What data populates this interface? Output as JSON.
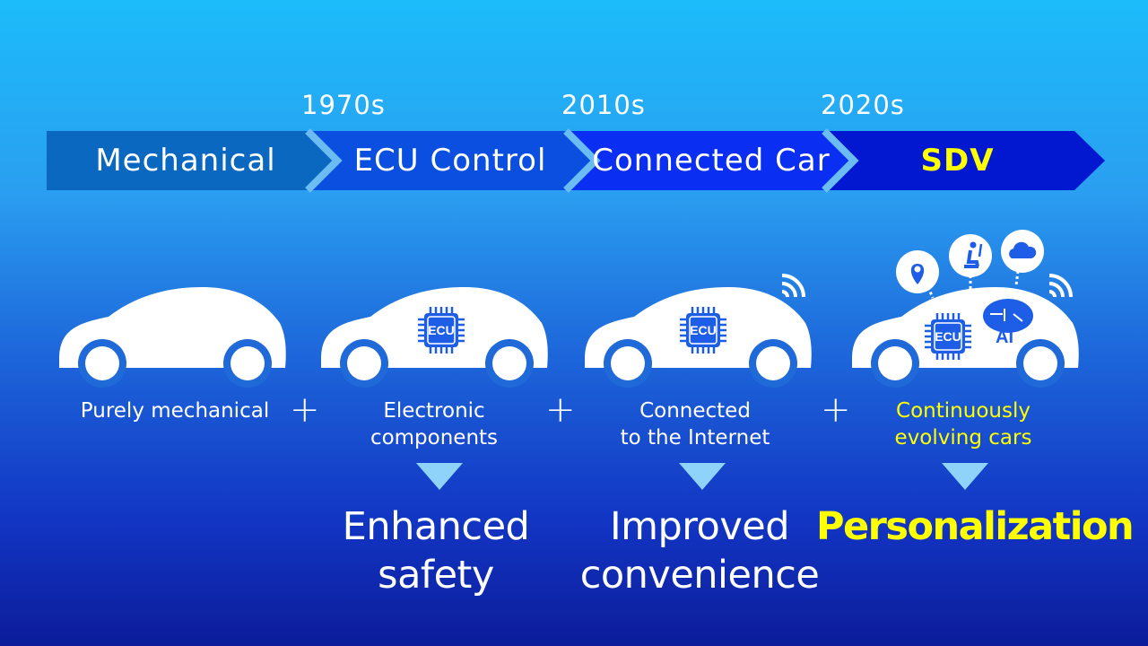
{
  "timeline": {
    "eras": [
      "1970s",
      "2010s",
      "2020s"
    ],
    "stages": [
      {
        "label": "Mechanical",
        "color": "#0a68c0"
      },
      {
        "label": "ECU Control",
        "color": "#0a4fe0"
      },
      {
        "label": "Connected Car",
        "color": "#0a2ef2"
      },
      {
        "label": "SDV",
        "color": "#0218d0"
      }
    ],
    "separator_color": "#6bbcf2"
  },
  "cars": [
    {
      "description": [
        "Purely mechanical"
      ],
      "icons": []
    },
    {
      "description": [
        "Electronic",
        "components"
      ],
      "icons": [
        "ecu-chip"
      ]
    },
    {
      "description": [
        "Connected",
        "to the Internet"
      ],
      "icons": [
        "ecu-chip",
        "wifi"
      ]
    },
    {
      "description": [
        "Continuously",
        "evolving cars"
      ],
      "icons": [
        "ecu-chip",
        "ai-brain",
        "location-pin",
        "seat",
        "cloud",
        "wifi"
      ]
    }
  ],
  "chip_label": "ECU",
  "ai_label": "AI",
  "plus": "+",
  "benefits": [
    [
      "Enhanced",
      "safety"
    ],
    [
      "Improved",
      "convenience"
    ],
    [
      "Personalization"
    ]
  ],
  "highlight_color": "#ffff00"
}
